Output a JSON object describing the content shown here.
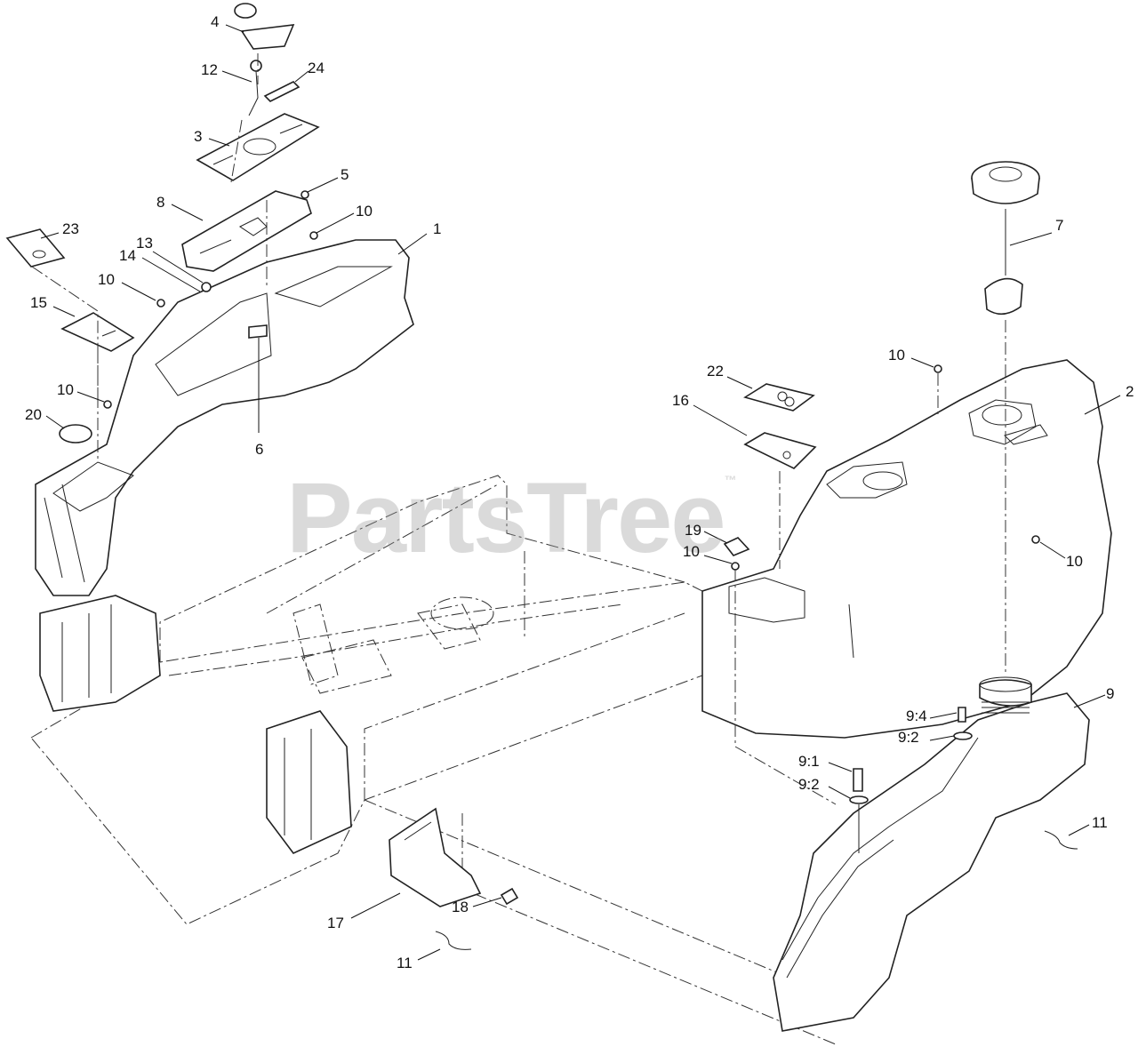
{
  "watermark": {
    "text": "PartsTree",
    "mark": "™"
  },
  "callouts": [
    {
      "id": "c4",
      "text": "4"
    },
    {
      "id": "c12",
      "text": "12"
    },
    {
      "id": "c24",
      "text": "24"
    },
    {
      "id": "c3",
      "text": "3"
    },
    {
      "id": "c5",
      "text": "5"
    },
    {
      "id": "c8",
      "text": "8"
    },
    {
      "id": "c10a",
      "text": "10"
    },
    {
      "id": "c1",
      "text": "1"
    },
    {
      "id": "c23",
      "text": "23"
    },
    {
      "id": "c13",
      "text": "13"
    },
    {
      "id": "c14",
      "text": "14"
    },
    {
      "id": "c10b",
      "text": "10"
    },
    {
      "id": "c15",
      "text": "15"
    },
    {
      "id": "c10c",
      "text": "10"
    },
    {
      "id": "c20",
      "text": "20"
    },
    {
      "id": "c6",
      "text": "6"
    },
    {
      "id": "c7",
      "text": "7"
    },
    {
      "id": "c10d",
      "text": "10"
    },
    {
      "id": "c22",
      "text": "22"
    },
    {
      "id": "c2",
      "text": "2"
    },
    {
      "id": "c16",
      "text": "16"
    },
    {
      "id": "c19",
      "text": "19"
    },
    {
      "id": "c10e",
      "text": "10"
    },
    {
      "id": "c10f",
      "text": "10"
    },
    {
      "id": "c9",
      "text": "9"
    },
    {
      "id": "c94",
      "text": "9:4"
    },
    {
      "id": "c92a",
      "text": "9:2"
    },
    {
      "id": "c91",
      "text": "9:1"
    },
    {
      "id": "c92b",
      "text": "9:2"
    },
    {
      "id": "c11a",
      "text": "11"
    },
    {
      "id": "c17",
      "text": "17"
    },
    {
      "id": "c18",
      "text": "18"
    },
    {
      "id": "c11b",
      "text": "11"
    }
  ]
}
